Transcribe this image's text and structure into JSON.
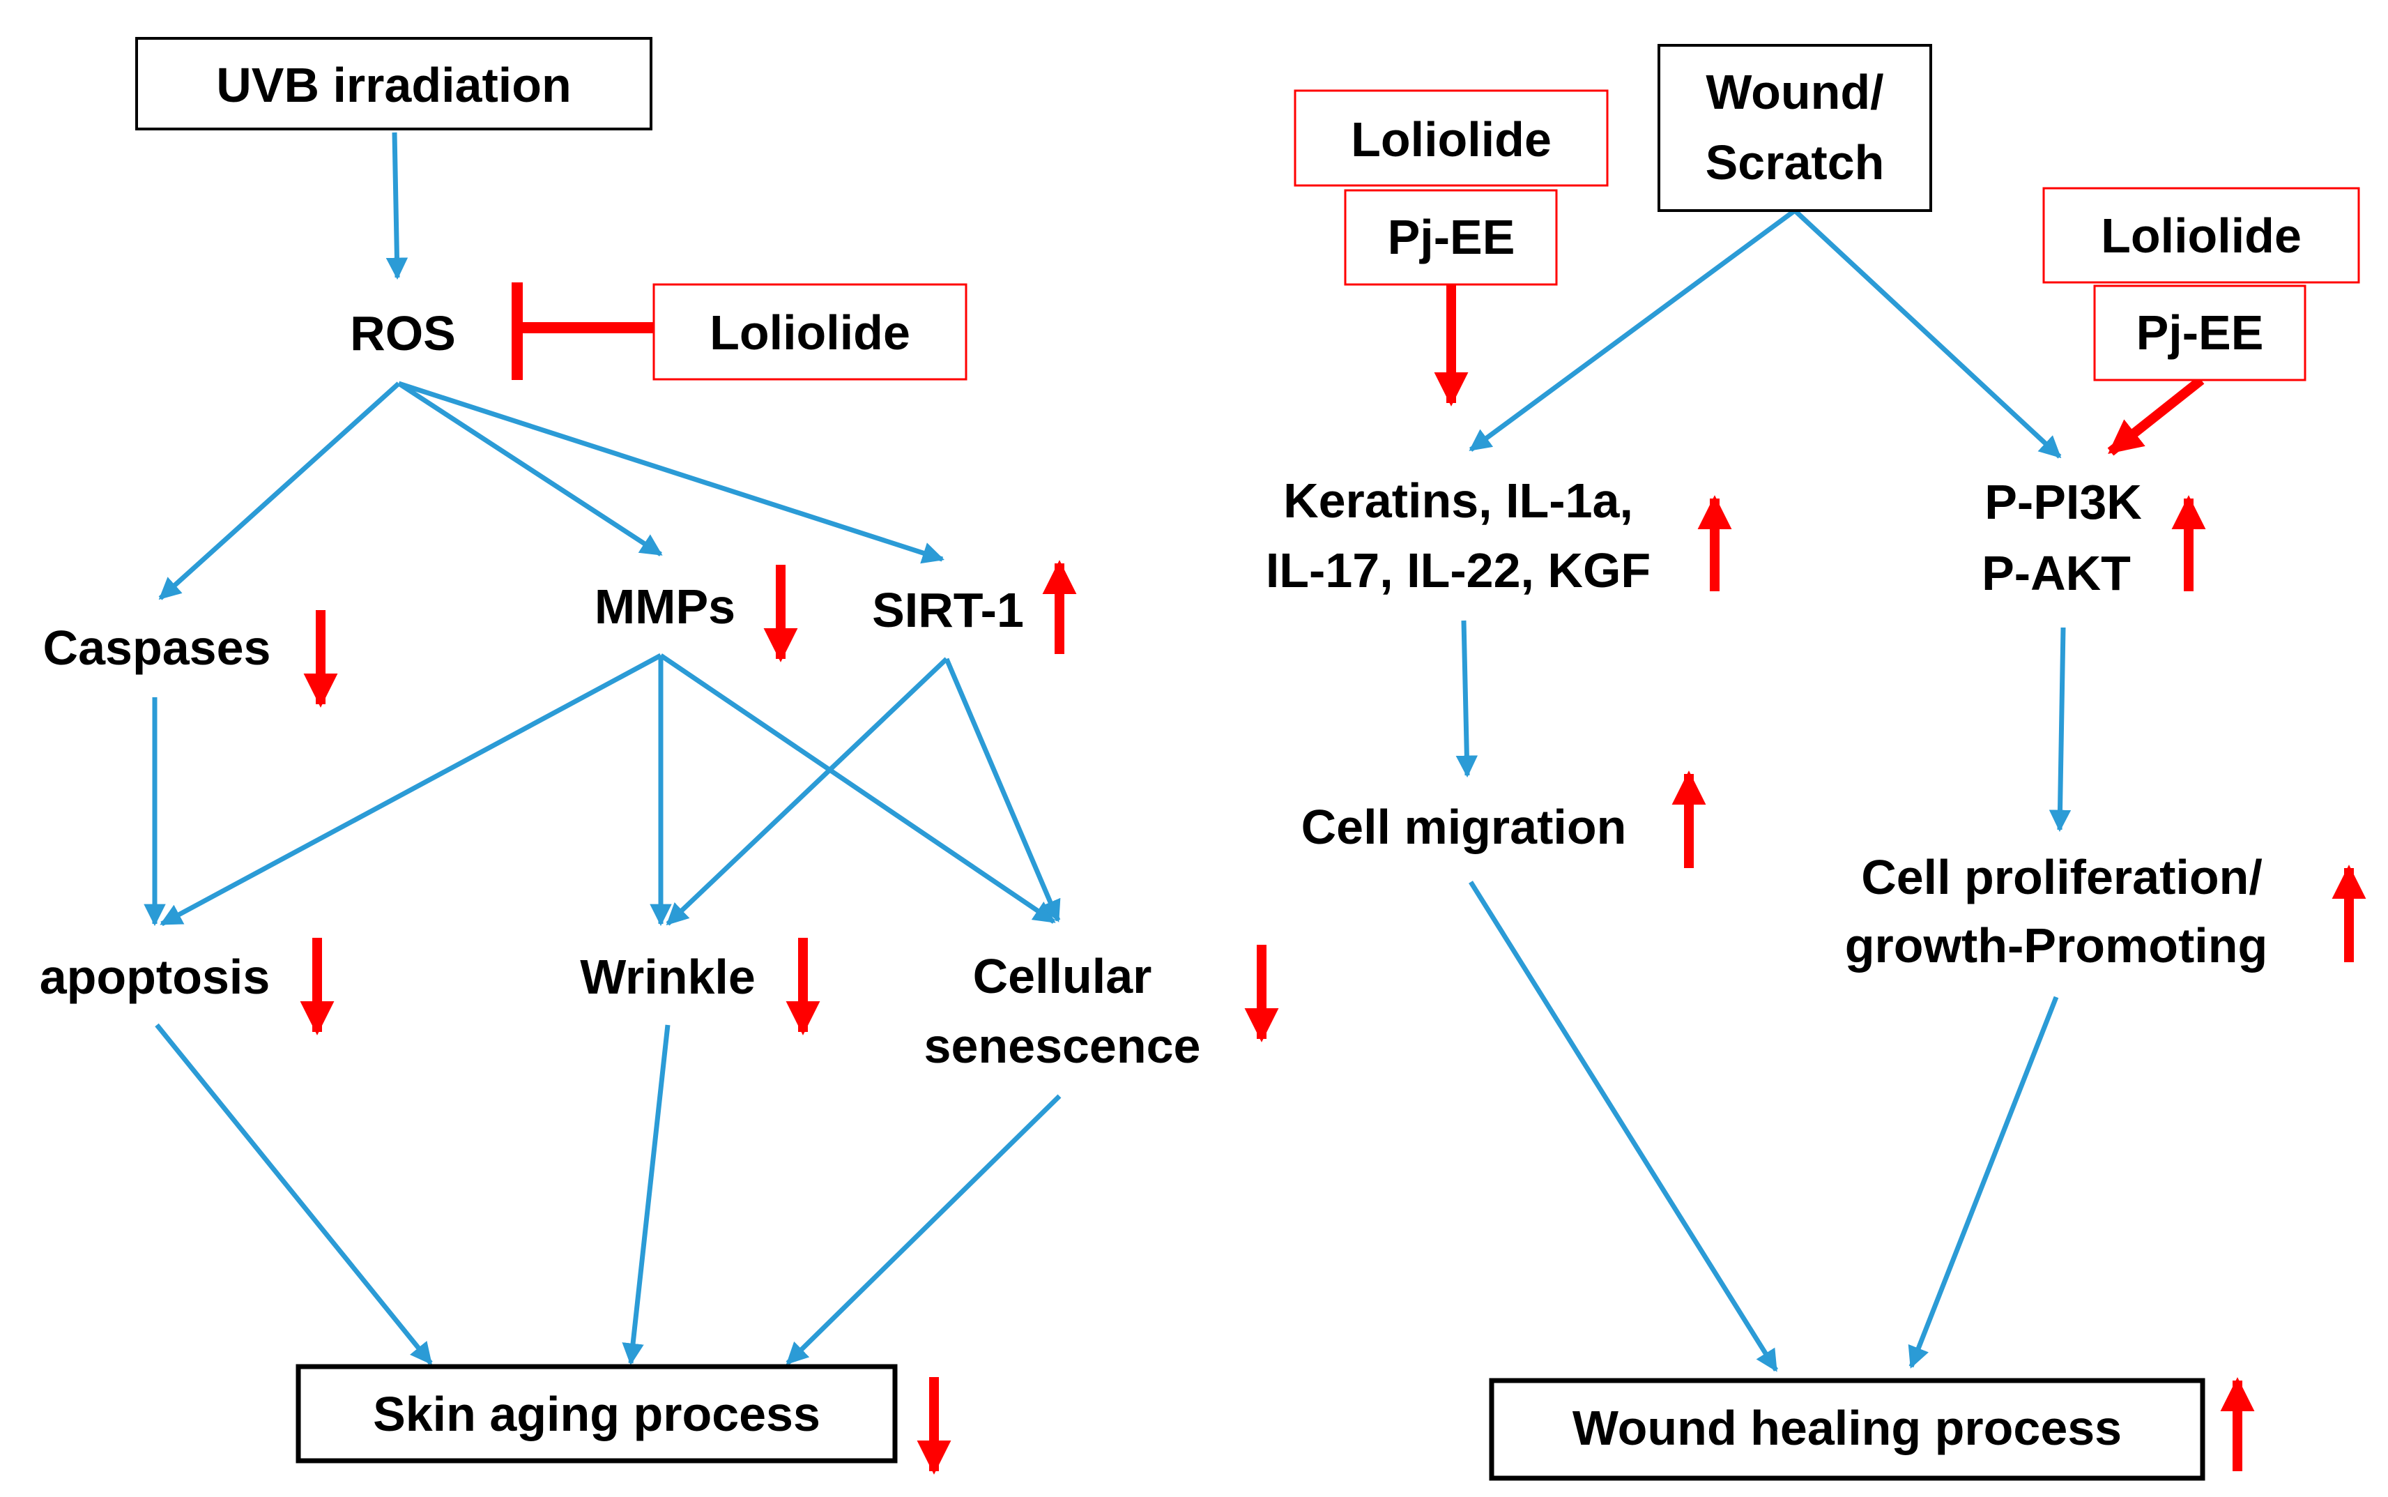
{
  "colors": {
    "flow_arrow": "#2b9bd6",
    "regulation": "#ff0000",
    "text": "#000000",
    "box_black": "#000000",
    "box_red": "#ff0000"
  },
  "left_panel": {
    "uvb": "UVB irradiation",
    "ros": "ROS",
    "inhibitor": "Loliolide",
    "caspases": "Caspases",
    "mmps": "MMPs",
    "sirt1": "SIRT-1",
    "apoptosis": "apoptosis",
    "wrinkle": "Wrinkle",
    "senescence_line1": "Cellular",
    "senescence_line2": "senescence",
    "outcome": "Skin aging process"
  },
  "right_panel": {
    "wound_line1": "Wound/",
    "wound_line2": "Scratch",
    "loliolide_a": "Loliolide",
    "pjee_a": "Pj-EE",
    "loliolide_b": "Loliolide",
    "pjee_b": "Pj-EE",
    "keratins_line1": "Keratins, IL-1a,",
    "keratins_line2": "IL-17, IL-22, KGF",
    "pi3k_line1": "P-PI3K",
    "pi3k_line2": "P-AKT",
    "migration": "Cell migration",
    "proliferation_line1": "Cell proliferation/",
    "proliferation_line2": "growth-Promoting",
    "outcome": "Wound healing process"
  },
  "regulation_indicators": {
    "caspases": "down",
    "mmps": "down",
    "sirt1": "up",
    "apoptosis": "down",
    "wrinkle": "down",
    "senescence": "down",
    "skin_aging": "down",
    "keratins": "up",
    "pi3k": "up",
    "migration": "up",
    "proliferation": "up",
    "wound_healing": "up"
  }
}
